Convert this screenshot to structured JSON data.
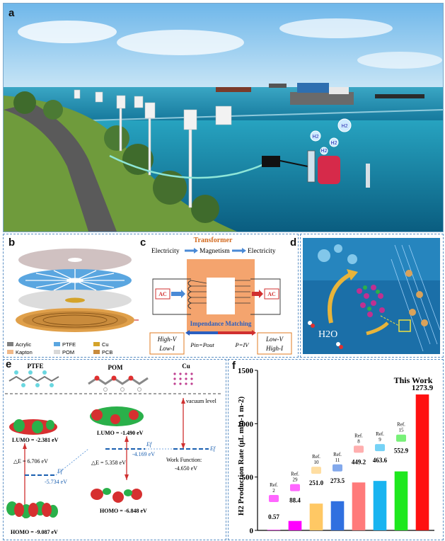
{
  "panel_a": {
    "letter": "a",
    "bubbles": [
      "H2",
      "H2",
      "H2",
      "H2"
    ],
    "colors": {
      "sky": "#8cc9ef",
      "sea": "#2fa9c8",
      "deep": "#0f6f96",
      "grass": "#6f9b3c",
      "path": "#6b6b6b"
    }
  },
  "panel_b": {
    "letter": "b",
    "legend": [
      {
        "label": "Acrylic",
        "color": "#7f7f7f"
      },
      {
        "label": "PTFE",
        "color": "#5aa6e0"
      },
      {
        "label": "Cu",
        "color": "#d4a32a"
      },
      {
        "label": "Kapton",
        "color": "#f0b98a"
      },
      {
        "label": "POM",
        "color": "#d8d8d8"
      },
      {
        "label": "PCB",
        "color": "#c98b3c"
      }
    ]
  },
  "panel_c": {
    "letter": "c",
    "title": "Transformer",
    "flow": [
      "Electricity",
      "Magnetism",
      "Electricity"
    ],
    "ac_left": "AC",
    "ac_right": "AC",
    "left_box": [
      "High-V",
      "Low-I"
    ],
    "right_box": [
      "Low-V",
      "High-I"
    ],
    "matching": "Impendance Matching",
    "eq1": "Pin=Pout",
    "eq2": "P=IV"
  },
  "panel_d": {
    "letter": "d",
    "molecule": "H2O"
  },
  "panel_e": {
    "letter": "e",
    "ptfe": "PTFE",
    "pom": "POM",
    "cu": "Cu",
    "vacuum": "vacuum level",
    "ptfe_lumo": "LUMO = -2.381 eV",
    "ptfe_de": "△E = 6.706 eV",
    "ptfe_ef_label": "Ef",
    "ptfe_ef": "-5.734 eV",
    "ptfe_homo": "HOMO = -9.087 eV",
    "pom_lumo": "LUMO = -1.490 eV",
    "pom_ef_label": "Ef",
    "pom_ef": "-4.169 eV",
    "pom_de": "△E = 5.358 eV",
    "pom_homo": "HOMO = -6.848 eV",
    "cu_ef_label": "Ef",
    "cu_wf_title": "Work Function:",
    "cu_wf": "-4.650 eV"
  },
  "panel_f": {
    "letter": "f",
    "this_work": "This Work",
    "ylabel": "H2 Production Rate (μL min-1 m-2)"
  },
  "chart_data": {
    "type": "bar",
    "title": "",
    "xlabel": "",
    "ylabel": "H2 Production Rate (μL min-1 m-2)",
    "ylim": [
      0,
      1500
    ],
    "yticks": [
      0,
      500,
      1000,
      1500
    ],
    "grid": false,
    "categories": [
      "Ref. 2",
      "Ref. 29",
      "Ref. 10",
      "Ref. 11",
      "Ref. 8",
      "Ref. 9",
      "Ref. 15",
      "This Work"
    ],
    "values": [
      0.57,
      88.4,
      251.0,
      273.5,
      449.2,
      463.6,
      552.9,
      1273.9
    ],
    "value_labels": [
      "0.57",
      "88.4",
      "251.0",
      "273.5",
      "449.2",
      "463.6",
      "552.9",
      "1273.9"
    ],
    "colors": [
      "#ff00ff",
      "#ff00ff",
      "#ffc864",
      "#3070e0",
      "#ff7a7a",
      "#19b4f0",
      "#1ee81e",
      "#ff1010"
    ]
  }
}
